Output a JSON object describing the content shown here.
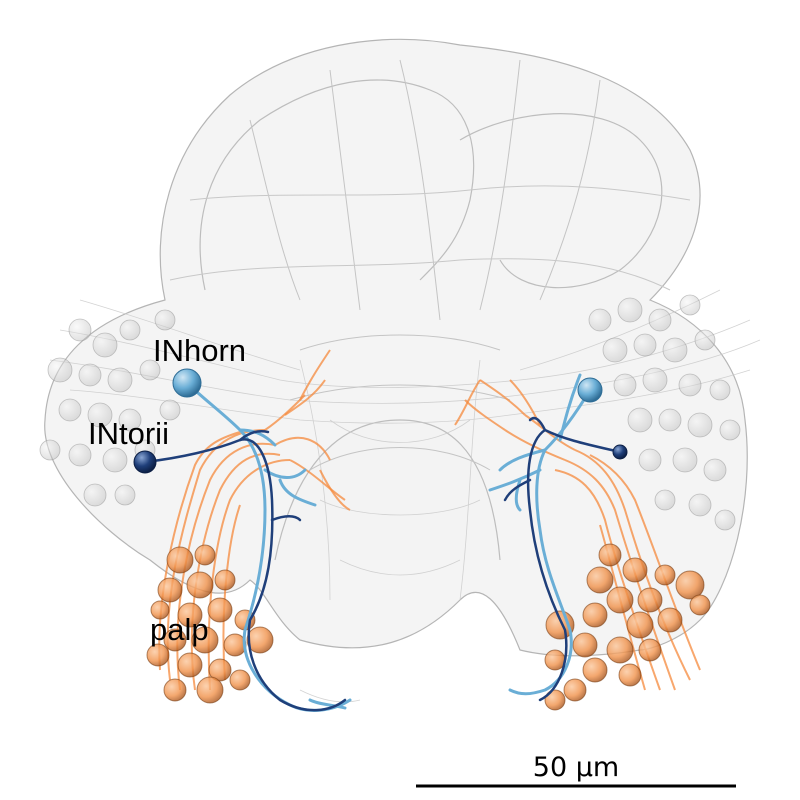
{
  "labels": {
    "inhorn": "INhorn",
    "intorii": "INtorii",
    "palp": "palp"
  },
  "scale_bar": {
    "label": "50 µm"
  },
  "colors": {
    "brain_mesh": "#d9d9d9",
    "brain_edge": "#b0b0b0",
    "background_neurons": "#c8c8c8",
    "palp_neurons": "#f58a3c",
    "inhorn_neuron": "#6aaed6",
    "intorii_neuron": "#1f3f7a",
    "scale_bar": "#000000"
  }
}
